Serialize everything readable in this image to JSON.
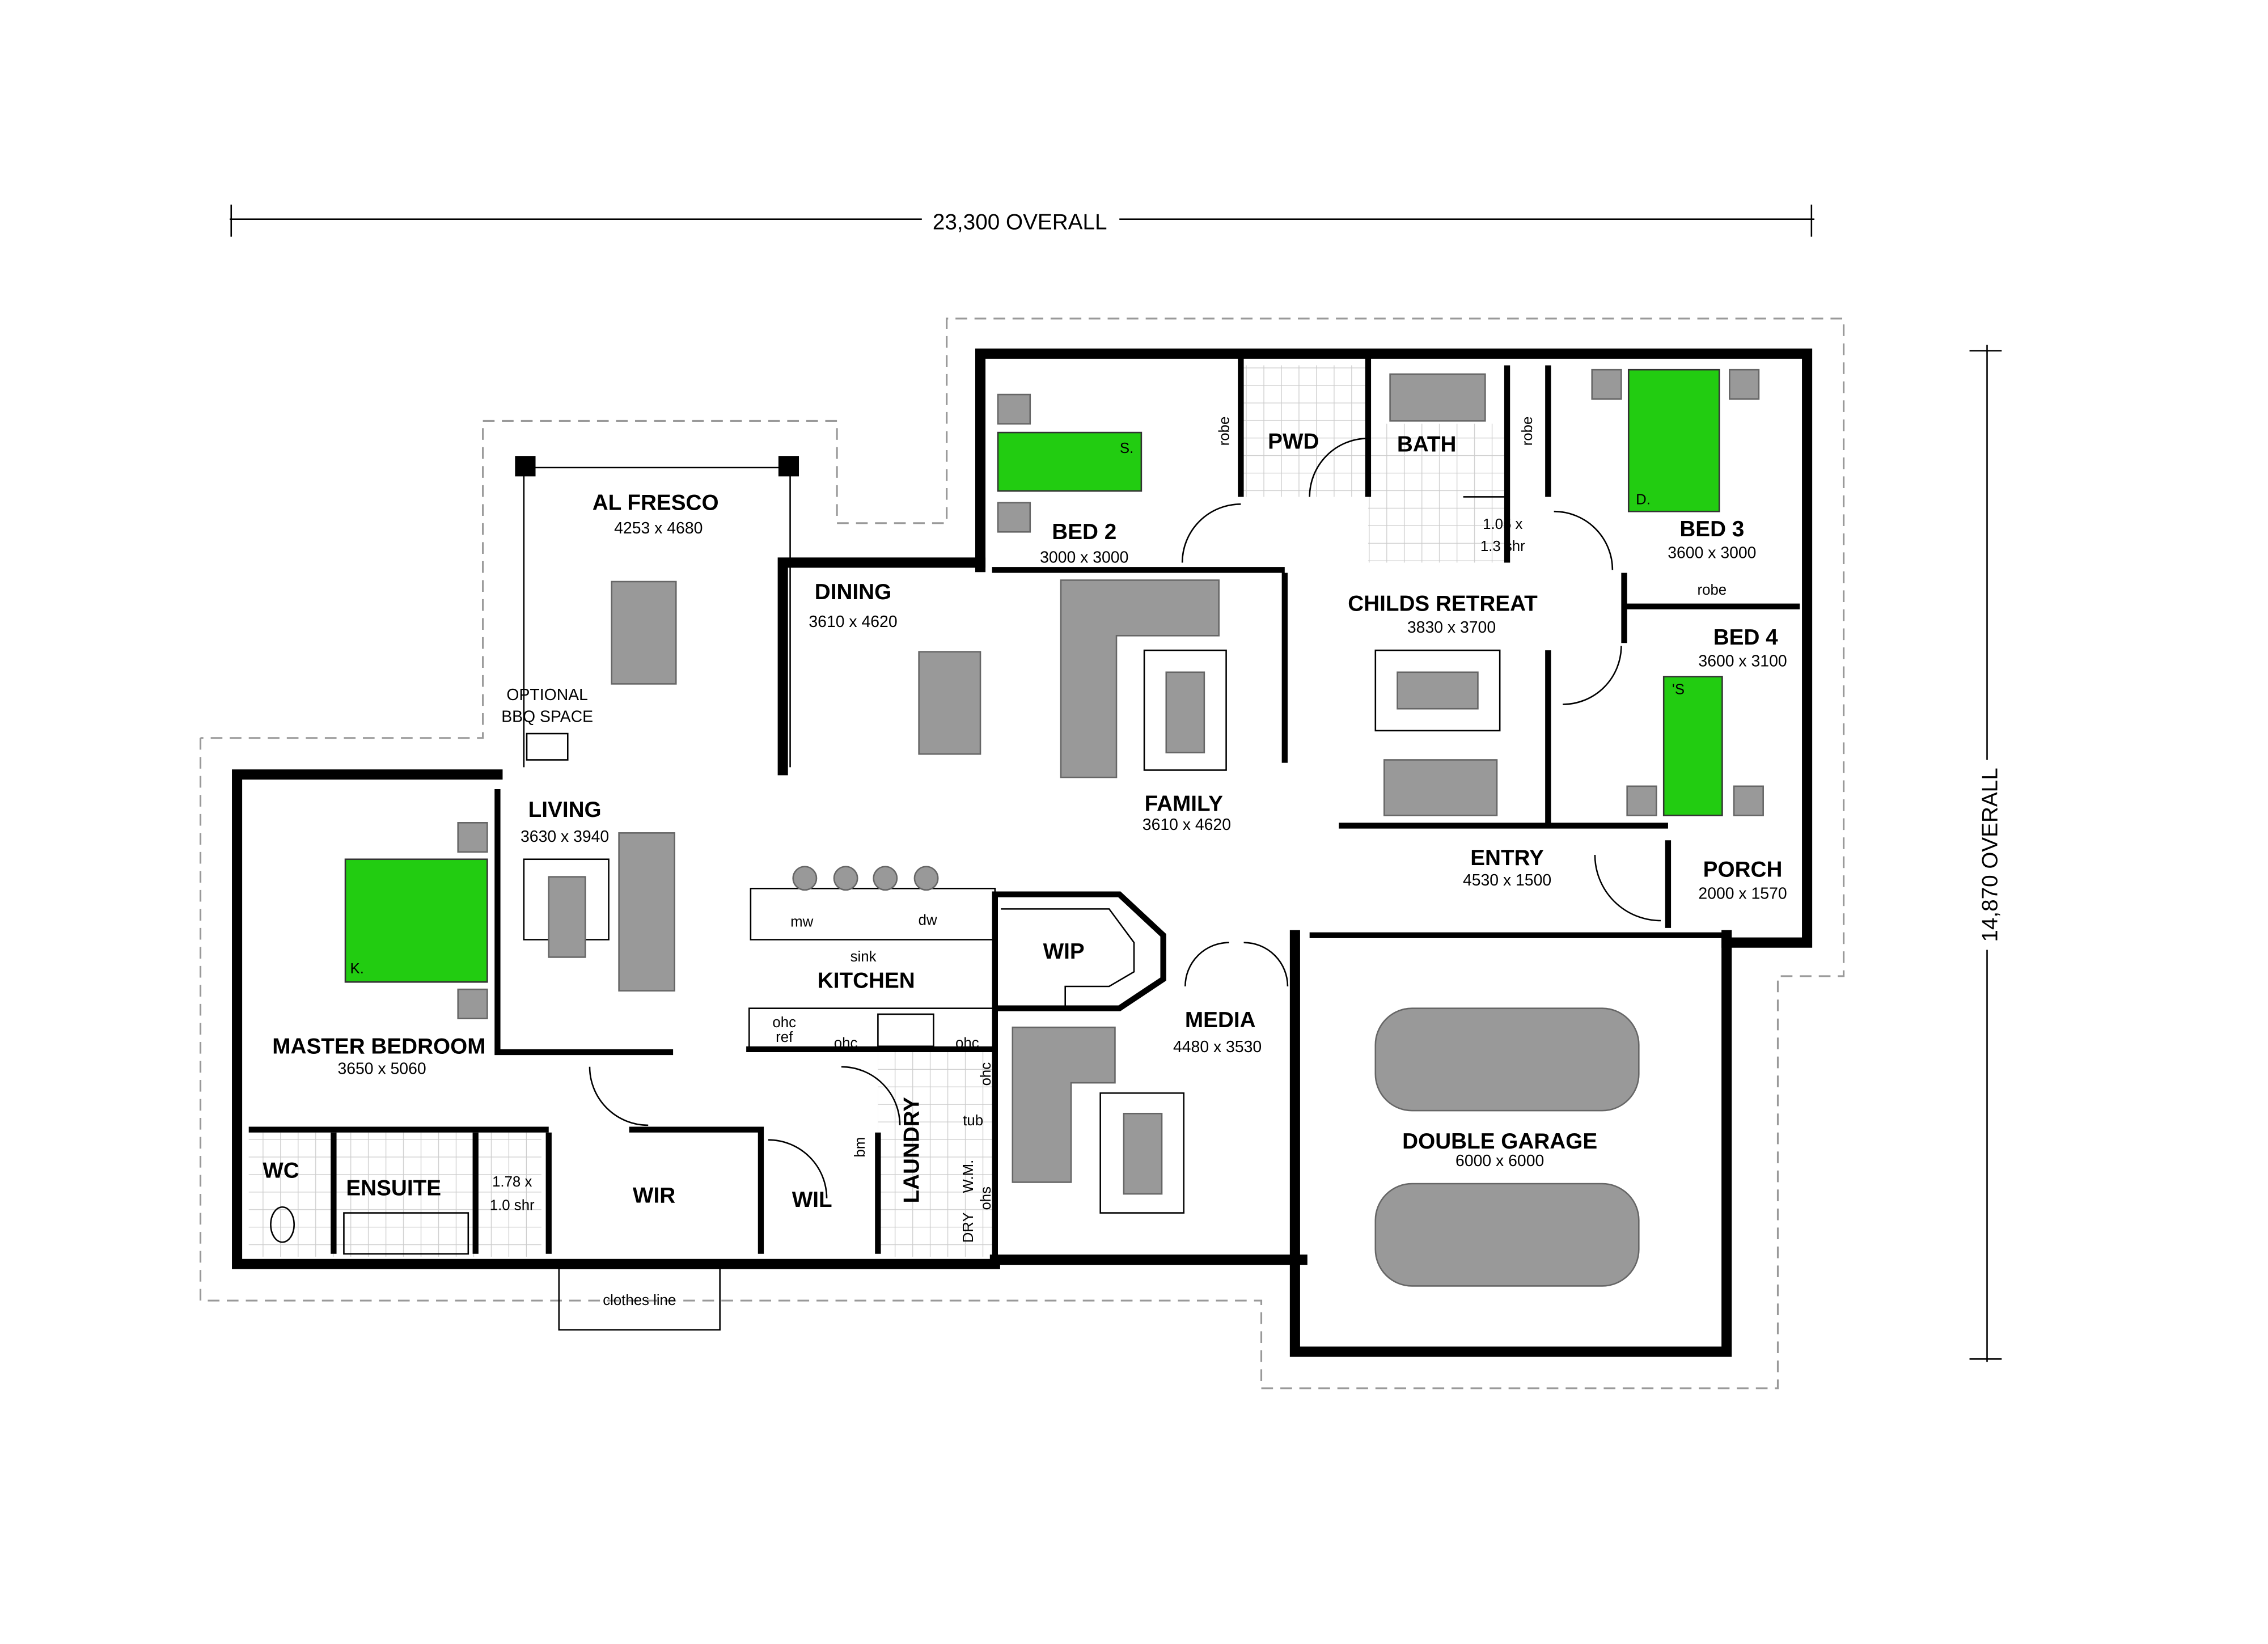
{
  "dimensions": {
    "overall_width": "23,300 OVERALL",
    "overall_depth": "14,870 OVERALL"
  },
  "rooms": {
    "alfresco": {
      "name": "AL FRESCO",
      "size": "4253 x 4680"
    },
    "bbq": {
      "line1": "OPTIONAL",
      "line2": "BBQ SPACE"
    },
    "dining": {
      "name": "DINING",
      "size": "3610 x 4620"
    },
    "bed2": {
      "name": "BED 2",
      "size": "3000 x 3000"
    },
    "pwd": {
      "name": "PWD"
    },
    "bath": {
      "name": "BATH"
    },
    "bed3": {
      "name": "BED 3",
      "size": "3600 x 3000"
    },
    "childs_retreat": {
      "name": "CHILDS RETREAT",
      "size": "3830 x 3700"
    },
    "bed4": {
      "name": "BED 4",
      "size": "3600 x 3100"
    },
    "family": {
      "name": "FAMILY",
      "size": "3610 x 4620"
    },
    "living": {
      "name": "LIVING",
      "size": "3630 x 3940"
    },
    "entry": {
      "name": "ENTRY",
      "size": "4530 x 1500"
    },
    "porch": {
      "name": "PORCH",
      "size": "2000 x 1570"
    },
    "kitchen": {
      "name": "KITCHEN"
    },
    "wip": {
      "name": "WIP"
    },
    "media": {
      "name": "MEDIA",
      "size": "4480 x 3530"
    },
    "master": {
      "name": "MASTER BEDROOM",
      "size": "3650 x 5060"
    },
    "garage": {
      "name": "DOUBLE GARAGE",
      "size": "6000 x 6000"
    },
    "wc": {
      "name": "WC"
    },
    "ensuite": {
      "name": "ENSUITE"
    },
    "wir": {
      "name": "WIR"
    },
    "wil": {
      "name": "WIL"
    },
    "laundry": {
      "name": "LAUNDRY"
    }
  },
  "fixtures": {
    "robe": "robe",
    "bed2_tag": "S.",
    "bed3_tag": "D.",
    "bed4_tag": "'S",
    "master_tag": "K.",
    "shower_child": {
      "l1": "1.05 x",
      "l2": "1.3 shr"
    },
    "shower_ens": {
      "l1": "1.78 x",
      "l2": "1.0 shr"
    },
    "sink": "sink",
    "mw": "mw",
    "dw": "dw",
    "ohc": "ohc",
    "ref": "ref",
    "tub": "tub",
    "bm": "bm",
    "dry": "DRY",
    "wm": "W.M.",
    "ohs": "ohs",
    "clothes_line": "clothes line"
  }
}
